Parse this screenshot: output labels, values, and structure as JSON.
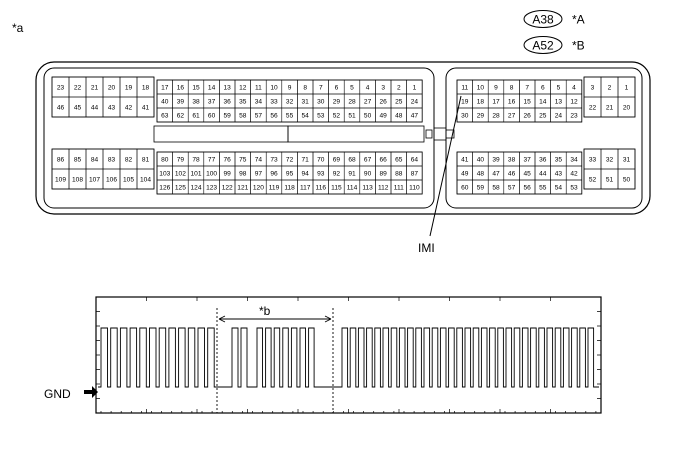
{
  "figure_label": "*a",
  "connectors": [
    {
      "name": "A38",
      "tag": "*A"
    },
    {
      "name": "A52",
      "tag": "*B"
    }
  ],
  "pin_label": "IMI",
  "gnd_label": "GND",
  "interval_label": "*b",
  "blocks": {
    "a_top_small": [
      [
        "23",
        "22",
        "21",
        "20",
        "19",
        "18"
      ],
      [
        "46",
        "45",
        "44",
        "43",
        "42",
        "41"
      ]
    ],
    "a_top_main": [
      [
        "17",
        "16",
        "15",
        "14",
        "13",
        "12",
        "11",
        "10",
        "9",
        "8",
        "7",
        "6",
        "5",
        "4",
        "3",
        "2",
        "1"
      ],
      [
        "40",
        "39",
        "38",
        "37",
        "36",
        "35",
        "34",
        "33",
        "32",
        "31",
        "30",
        "29",
        "28",
        "27",
        "26",
        "25",
        "24"
      ],
      [
        "63",
        "62",
        "61",
        "60",
        "59",
        "58",
        "57",
        "56",
        "55",
        "54",
        "53",
        "52",
        "51",
        "50",
        "49",
        "48",
        "47"
      ]
    ],
    "a_bot_small": [
      [
        "86",
        "85",
        "84",
        "83",
        "82",
        "81"
      ],
      [
        "109",
        "108",
        "107",
        "106",
        "105",
        "104"
      ]
    ],
    "a_bot_main": [
      [
        "80",
        "79",
        "78",
        "77",
        "76",
        "75",
        "74",
        "73",
        "72",
        "71",
        "70",
        "69",
        "68",
        "67",
        "66",
        "65",
        "64"
      ],
      [
        "103",
        "102",
        "101",
        "100",
        "99",
        "98",
        "97",
        "96",
        "95",
        "94",
        "93",
        "92",
        "91",
        "90",
        "89",
        "88",
        "87"
      ],
      [
        "126",
        "125",
        "124",
        "123",
        "122",
        "121",
        "120",
        "119",
        "118",
        "117",
        "116",
        "115",
        "114",
        "113",
        "112",
        "111",
        "110"
      ]
    ],
    "b_top_main": [
      [
        "11",
        "10",
        "9",
        "8",
        "7",
        "6",
        "5",
        "4"
      ],
      [
        "19",
        "18",
        "17",
        "16",
        "15",
        "14",
        "13",
        "12"
      ],
      [
        "30",
        "29",
        "28",
        "27",
        "26",
        "25",
        "24",
        "23"
      ]
    ],
    "b_top_small": [
      [
        "3",
        "2",
        "1"
      ],
      [
        "22",
        "21",
        "20"
      ]
    ],
    "b_bot_main": [
      [
        "41",
        "40",
        "39",
        "38",
        "37",
        "36",
        "35",
        "34"
      ],
      [
        "49",
        "48",
        "47",
        "46",
        "45",
        "44",
        "43",
        "42"
      ],
      [
        "60",
        "59",
        "58",
        "57",
        "56",
        "55",
        "54",
        "53"
      ]
    ],
    "b_bot_small": [
      [
        "33",
        "32",
        "31"
      ],
      [
        "52",
        "51",
        "50"
      ]
    ]
  }
}
